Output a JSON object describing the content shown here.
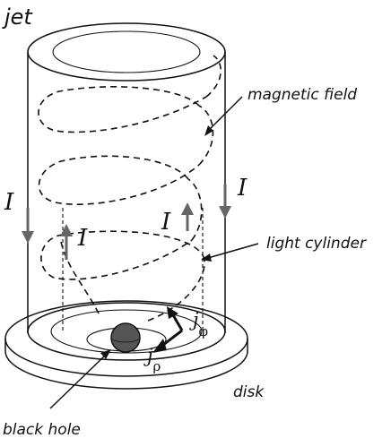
{
  "labels": {
    "jet": "jet",
    "magnetic_field": "magnetic field",
    "light_cylinder": "light cylinder",
    "disk": "disk",
    "black_hole": "black hole",
    "current": "I",
    "j_phi_base": "j",
    "j_phi_sub": "φ",
    "j_rho_base": "j",
    "j_rho_sub": "ρ"
  },
  "colors": {
    "ink": "#111111",
    "current_arrow": "#666666",
    "black_hole_fill": "#555555"
  }
}
